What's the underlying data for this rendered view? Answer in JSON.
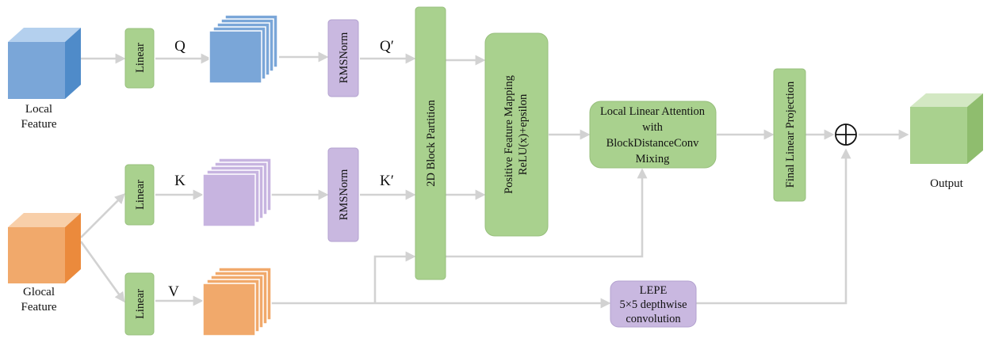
{
  "diagram": {
    "inputs": {
      "local": {
        "label_line1": "Local",
        "label_line2": "Feature",
        "color": "#7aa6d8"
      },
      "glocal": {
        "label_line1": "Glocal",
        "label_line2": "Feature",
        "color": "#f1a96b"
      }
    },
    "linear_label": "Linear",
    "q_label": "Q",
    "k_label": "K",
    "v_label": "V",
    "q_prime_label": "Q′",
    "k_prime_label": "K′",
    "rmsnorm_label": "RMSNorm",
    "block_partition_label": "2D Block Partition",
    "positive_mapping": {
      "line1": "Positive Feature Mapping",
      "line2": "ReLU(x)+epsilon"
    },
    "local_linear_attention": {
      "line1": "Local Linear Attention",
      "line2": "with",
      "line3": "BlockDistanceConv",
      "line4": "Mixing"
    },
    "final_projection_label": "Final Linear Projection",
    "lepe": {
      "line1": "LEPE",
      "line2": "5×5 depthwise",
      "line3": "convolution"
    },
    "output_label": "Output",
    "colors": {
      "green_box": "#a9d18e",
      "green_box_stroke": "#97bf7c",
      "purple_box": "#c9b8e0",
      "purple_box_stroke": "#b3a2cf",
      "blue_stack": "#7aa6d8",
      "purple_stack": "#c7b4e0",
      "orange_stack": "#f1a96b",
      "arrow": "#d2d2d2",
      "output_cube": "#a9d18e"
    }
  }
}
